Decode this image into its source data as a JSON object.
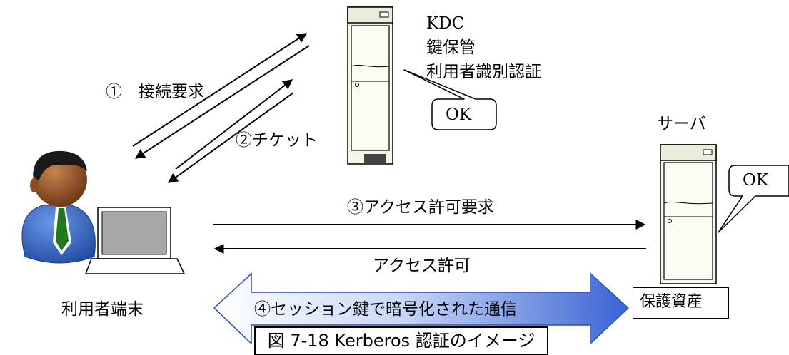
{
  "kdc": {
    "title": "KDC",
    "lines": [
      "鍵保管",
      "利用者識別認証"
    ],
    "bubble": "OK"
  },
  "server": {
    "label": "サーバ",
    "bubble": "OK",
    "asset_label": "保護資産"
  },
  "client": {
    "label": "利用者端末"
  },
  "flows": {
    "step1": "①　接続要求",
    "step2": "②チケット",
    "step3": "③アクセス許可要求",
    "step3_reply": "アクセス許可",
    "step4": "④セッション鍵で暗号化された通信"
  },
  "caption": "図 7-18 Kerberos 認証のイメージ",
  "colors": {
    "banner_light": "#e4ecfb",
    "banner_dark": "#3a63d4",
    "cabinet": "#fbfbf2",
    "shirt": "#2f5fb8",
    "skin": "#8a4a22",
    "tie": "#1e7a1e"
  }
}
